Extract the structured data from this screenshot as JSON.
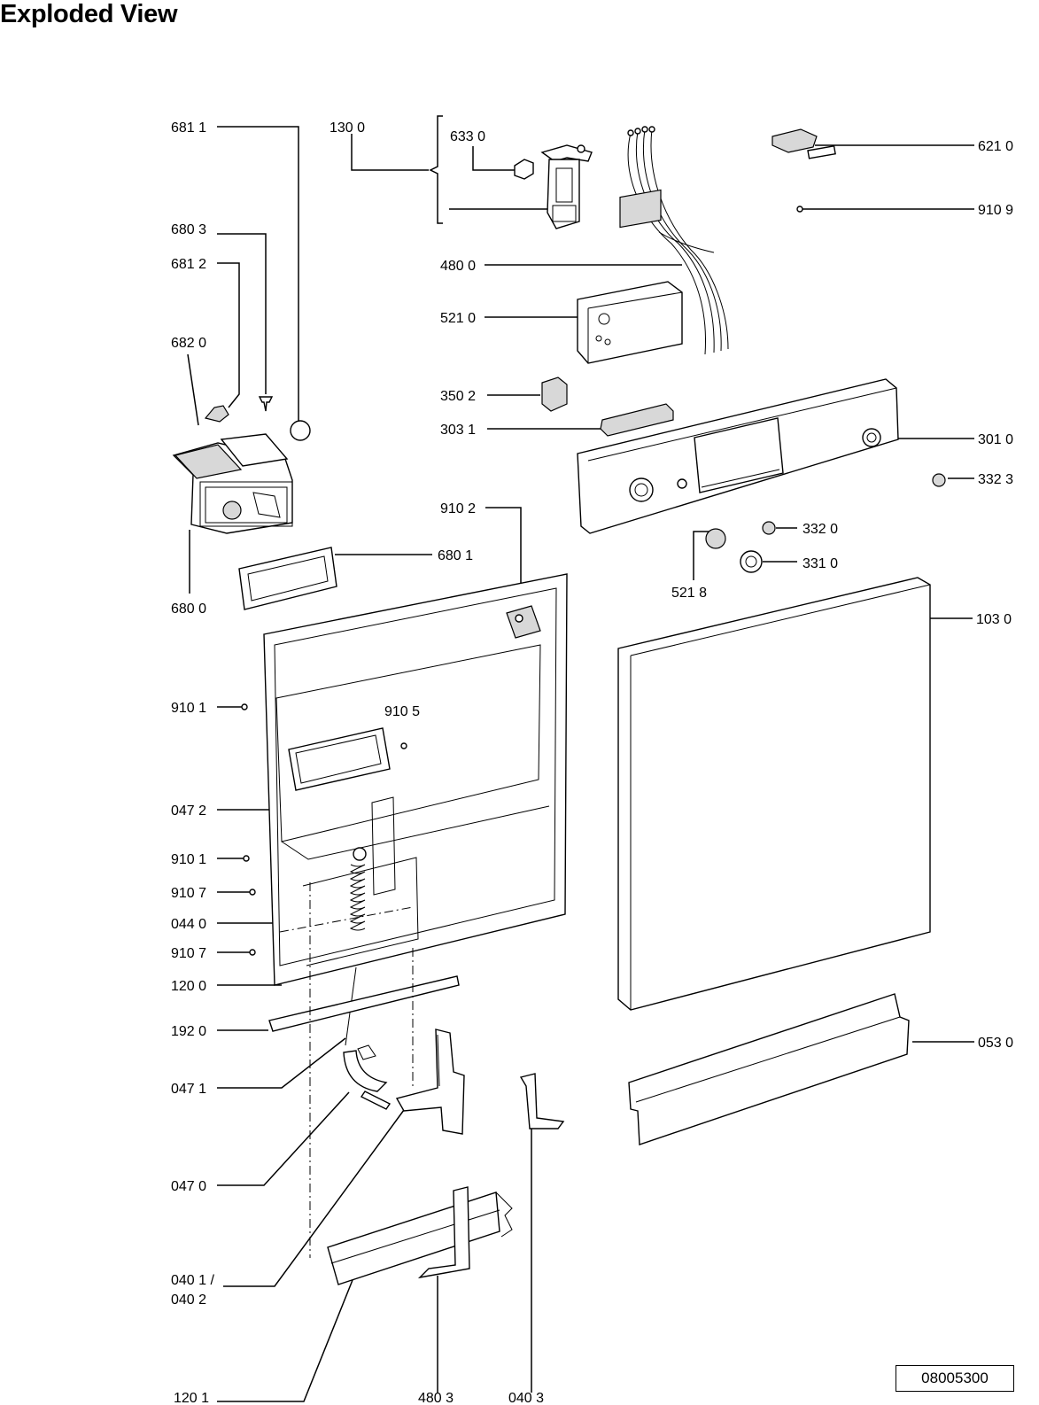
{
  "title": "Exploded View",
  "drawing_code": "08005300",
  "labels": {
    "p6811": "681 1",
    "p1300": "130 0",
    "p6330": "633 0",
    "p6210": "621 0",
    "p9109": "910 9",
    "p6803": "680 3",
    "p6812": "681 2",
    "p4800": "480 0",
    "p5210": "521 0",
    "p6820": "682 0",
    "p3502": "350 2",
    "p3031": "303 1",
    "p3010": "301 0",
    "p3323": "332 3",
    "p3320": "332 0",
    "p9102": "910 2",
    "p3310": "331 0",
    "p6801": "680 1",
    "p5218": "521 8",
    "p6800": "680 0",
    "p1030": "103 0",
    "p9101a": "910 1",
    "p9105": "910 5",
    "p0472": "047 2",
    "p9101b": "910 1",
    "p9107a": "910 7",
    "p0440": "044 0",
    "p9107b": "910 7",
    "p1200": "120 0",
    "p1920": "192 0",
    "p0530": "053 0",
    "p0471": "047 1",
    "p0470": "047 0",
    "p0401a": "040 1 /",
    "p0401b": "040 2",
    "p1201": "120 1",
    "p4803": "480 3",
    "p0403": "040 3"
  }
}
